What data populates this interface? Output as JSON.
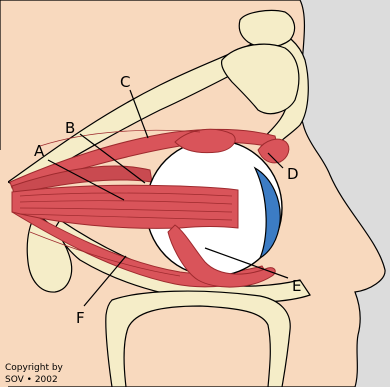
{
  "diagram": {
    "labels": [
      {
        "id": "A",
        "text": "A"
      },
      {
        "id": "B",
        "text": "B"
      },
      {
        "id": "C",
        "text": "C"
      },
      {
        "id": "D",
        "text": "D"
      },
      {
        "id": "E",
        "text": "E"
      },
      {
        "id": "F",
        "text": "F"
      }
    ],
    "copyright": {
      "line1": "Copyright by",
      "line2": "SOV • 2002"
    }
  },
  "colors": {
    "skin": "#F8D9BE",
    "bone": "#F5EDC8",
    "muscle": "#D9545A",
    "muscle_dark": "#9E2A2E",
    "cornea": "#3C7CC4",
    "background_right": "#DCDCDC",
    "outline": "#000000"
  }
}
